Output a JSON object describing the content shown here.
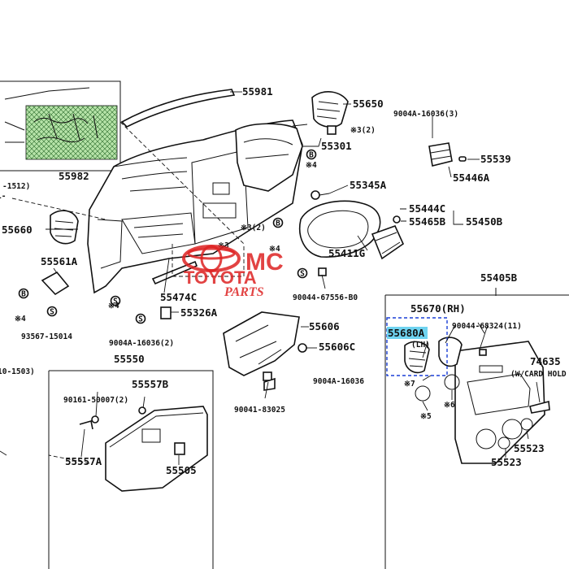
{
  "labels": {
    "p55981": "55981",
    "p55650": "55650",
    "p9004a16036_3": "9004A-16036(3)",
    "p_x3_2a": "※3(2)",
    "p55301": "55301",
    "p55539": "55539",
    "p55446a": "55446A",
    "p_x4a": "※4",
    "p55345a": "55345A",
    "p55982": "55982",
    "p1512": "-1512)",
    "p_left_dash": "1-",
    "p55660": "55660",
    "p55444c": "55444C",
    "p55465b": "55465B",
    "p55450b": "55450B",
    "p_x3_2b": "※3(2)",
    "p_x3_mid": "※3",
    "p_x4_mid": "※4",
    "p55411g": "55411G",
    "p55561a": "55561A",
    "p55474c": "55474C",
    "p90044_67556": "90044-67556-B0",
    "p55405b": "55405B",
    "p_x4b": "※4",
    "p_x4c": "※4",
    "p93567": "93567-15014",
    "p55326a": "55326A",
    "p9004a16036_2": "9004A-16036(2)",
    "p55670": "55670(RH)",
    "p55606": "55606",
    "p90044_68324": "90044-68324(11)",
    "p55680a": "55680A",
    "p_lh": "(LH)",
    "p55606c": "55606C",
    "p74635": "74635",
    "p_wcard": "(W/CARD HOLD",
    "p10_1503": "10-1503)",
    "p55550": "55550",
    "p9004a16036": "9004A-16036",
    "p_x7": "※7",
    "p_x6": "※6",
    "p55557b": "55557B",
    "p90161": "90161-50007(2)",
    "p90041": "90041-83025",
    "p_x5": "※5",
    "p55557a": "55557A",
    "p55505": "55505",
    "p55523a": "55523",
    "p55523b": "55523"
  },
  "markers": {
    "b1": "B",
    "b2": "B",
    "b3": "B",
    "s1": "S",
    "s2": "S",
    "s3": "S",
    "s4": "S"
  },
  "watermark": {
    "line1": "MC",
    "line2": "TOYOTA",
    "line3": "PARTS"
  },
  "colors": {
    "line": "#111111",
    "highlight_box": "#1a3fd6",
    "highlight_fill": "#6fd3f0",
    "inset_fill": "#b6e3a8",
    "watermark": "#dd2222"
  }
}
